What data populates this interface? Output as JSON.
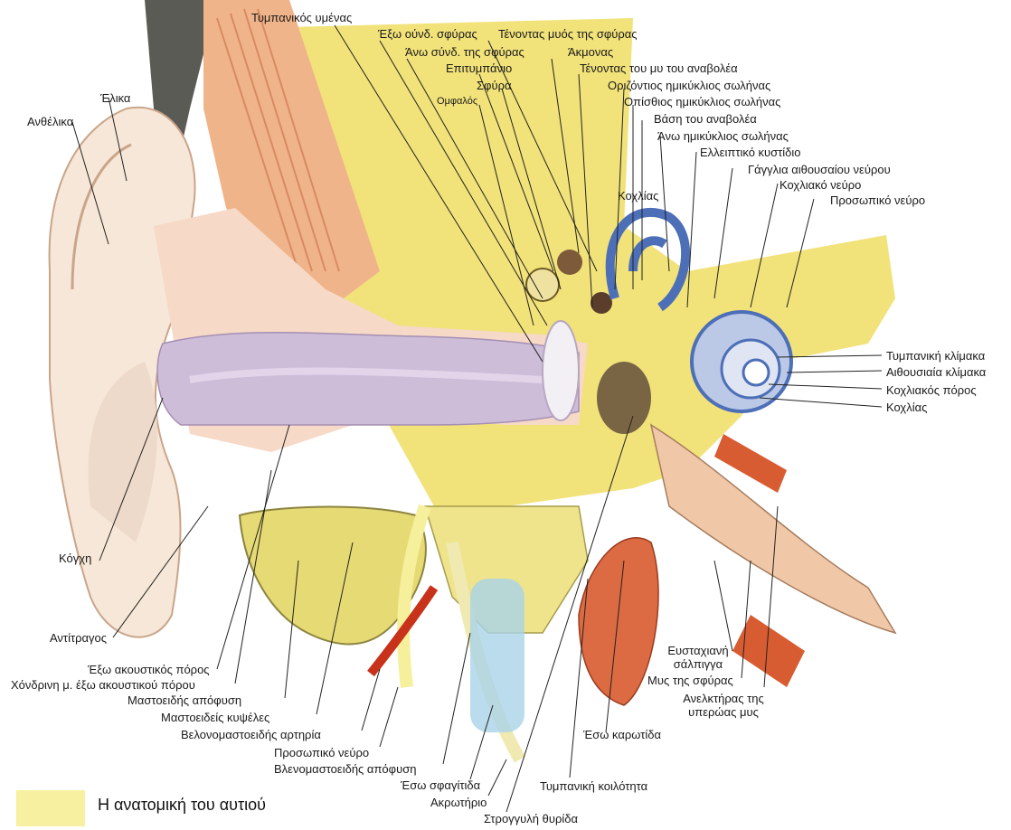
{
  "caption": "Η ανατομική του αυτιού",
  "colors": {
    "cartilage": "#f7e7d8",
    "bone": "#f2e27a",
    "skin": "#f3c6b4",
    "canal": "#c9b4d6",
    "cochlea_blue": "#4c6fb8",
    "muscle": "#d85c32",
    "artery": "#c8311a",
    "nerve": "#f6ef9b"
  },
  "labels": {
    "tympanic_membrane": "Τυμπανικός υμένας",
    "ext_lig_malleus": "Έξω ούνδ. σφύρας",
    "tensor_tympani": "Τένοντας μυός της σφύρας",
    "sup_lig_malleus": "Άνω σύνδ. της σφύρας",
    "incus": "Άκμονας",
    "epitympanum": "Επιτυμπάνιο",
    "stapedius_tendon": "Τένοντας του μυ του αναβολέα",
    "malleus": "Σφύρα",
    "horizontal_canal": "Οριζόντιος ημικύκλιος σωλήνας",
    "umbo": "Ομφαλός",
    "posterior_canal": "Οπίσθιος ημικύκλιος σωλήνας",
    "stapes_base": "Βάση του αναβολέα",
    "superior_canal": "Άνω ημικύκλιος σωλήνας",
    "utricle": "Ελλειπτικό κυστίδιο",
    "vestibular_ganglion": "Γάγγλια αιθουσαίου νεύρου",
    "cochlear_nerve": "Κοχλιακό νεύρο",
    "cochlea_top": "Κοχλίας",
    "facial_nerve": "Προσωπικό νεύρο",
    "helix": "Έλικα",
    "antihelix": "Ανθέλικα",
    "scala_tympani": "Τυμπανική κλίμακα",
    "scala_vestibuli": "Αιθουσιαία κλίμακα",
    "cochlear_duct": "Κοχλιακός πόρος",
    "cochlea": "Κοχλίας",
    "concha": "Κόγχη",
    "antitragus": "Αντίτραγος",
    "ext_acoustic_meatus": "Έξω ακουστικός πόρος",
    "cartilaginous_meatus": "Χόνδρινη μ. έξω ακουστικού πόρου",
    "mastoid_process": "Μαστοειδής απόφυση",
    "mastoid_cells": "Μαστοειδείς κυψέλες",
    "stylomastoid_artery": "Βελονομαστοειδής αρτηρία",
    "facial_nerve_bottom": "Προσωπικό νεύρο",
    "styloid_process": "Βλενομαστοειδής απόφυση",
    "internal_jugular": "Έσω σφαγίτιδα",
    "promontory": "Ακρωτήριο",
    "round_window": "Στρογγυλή θυρίδα",
    "tympanic_cavity": "Τυμπανική κοιλότητα",
    "internal_carotid": "Έσω καρωτίδα",
    "eustachian_tube": "Ευσταχιανή σάλπιγγα",
    "muscle_malleus": "Μυς της σφύρας",
    "levator_veli": "Ανελκτήρας της υπερώας μυς"
  }
}
